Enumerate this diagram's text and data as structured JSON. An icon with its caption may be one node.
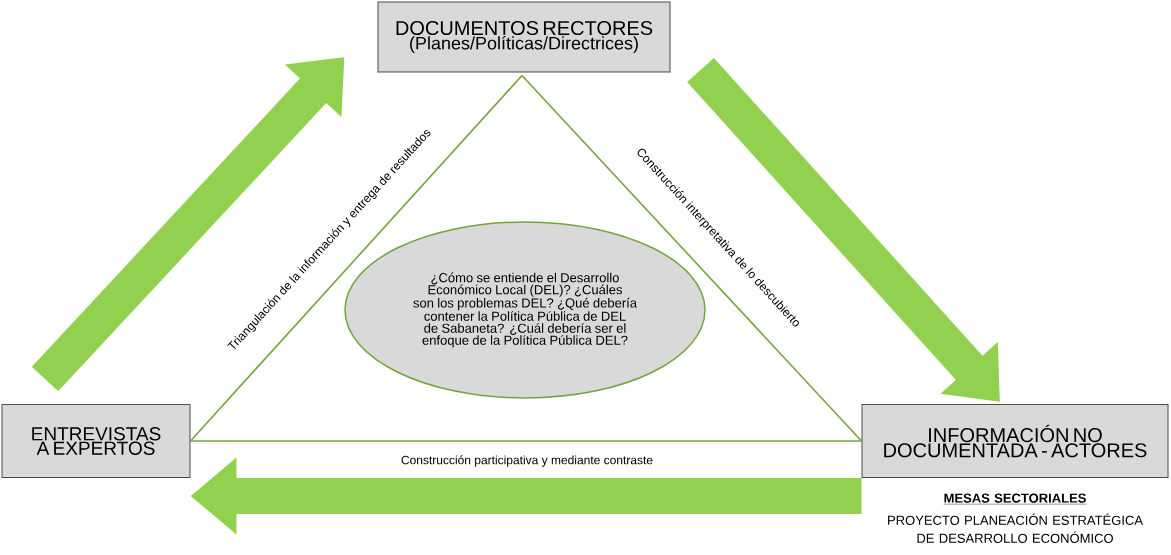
{
  "diagram": {
    "nodes": [
      {
        "text": [
          "DOCUMENTOS RECTORES",
          "(Planes/Políticas/Directrices)"
        ]
      },
      {
        "text": [
          "ENTREVISTAS A EXPERTOS"
        ]
      },
      {
        "text": [
          "INFORMACIÓN NO DOCUMENTADA - ACTORES"
        ],
        "beside": [
          "MESAS SECTORIALES",
          "PROYECTO PLANEACIÓN ESTRATÉGICA DE DESARROLLO ECONÓMICO"
        ]
      },
      {
        "text": [
          "¿Cómo se entiende el Desarrollo Económico Local (DEL)? ¿Cuáles son los problemas DEL? ¿Qué debería contener la Política Pública de DEL de Sabaneta? ¿Cuál debería ser el enfoque de la Política Pública DEL?"
        ]
      }
    ],
    "edges": [
      {
        "from": 1,
        "to": 0,
        "arrow": "to",
        "style": "thick",
        "color": "#92d050"
      },
      {
        "from": 0,
        "to": 2,
        "arrow": "to",
        "style": "thick",
        "color": "#92d050"
      },
      {
        "from": 2,
        "to": 1,
        "arrow": "to",
        "style": "thick",
        "color": "#92d050"
      },
      {
        "from": 1,
        "to": 0,
        "arrow": "none",
        "label": "Triangulación de la información y entrega de resultados"
      },
      {
        "from": 0,
        "to": 2,
        "arrow": "none",
        "label": "Construcción interpretativa de lo descubierto"
      },
      {
        "from": 1,
        "to": 2,
        "arrow": "none",
        "label": "Construcción participativa y mediante contraste"
      }
    ]
  }
}
